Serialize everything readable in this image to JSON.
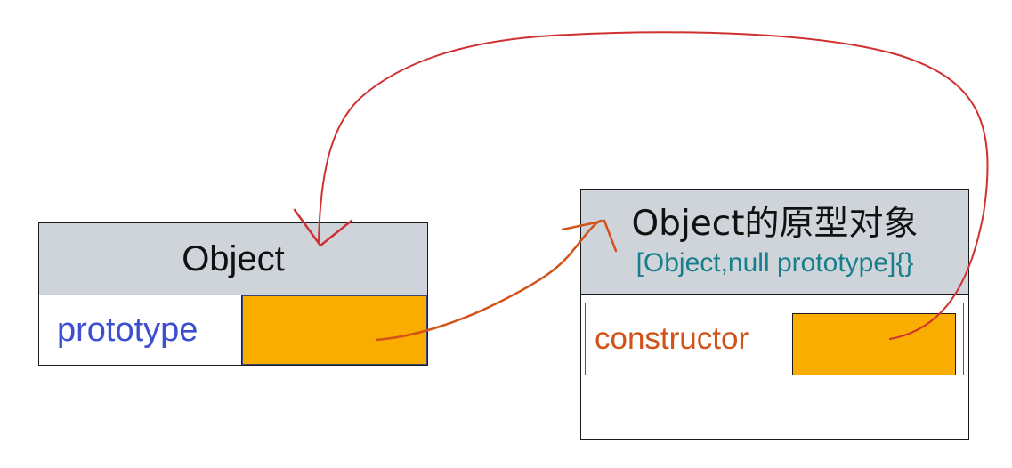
{
  "object_box": {
    "title": "Object",
    "field_label": "prototype"
  },
  "prototype_box": {
    "title": "Object的原型对象",
    "subtitle": "[Object,null prototype]{}",
    "field_label": "constructor"
  },
  "colors": {
    "header_bg": "#cfd4da",
    "slot_fill": "#f8ad00",
    "prototype_label": "#3b4fcf",
    "constructor_label": "#d2521a",
    "subtitle": "#177f8c",
    "arrow_to_prototype": "#d2521a",
    "arrow_to_object": "#d03030"
  }
}
